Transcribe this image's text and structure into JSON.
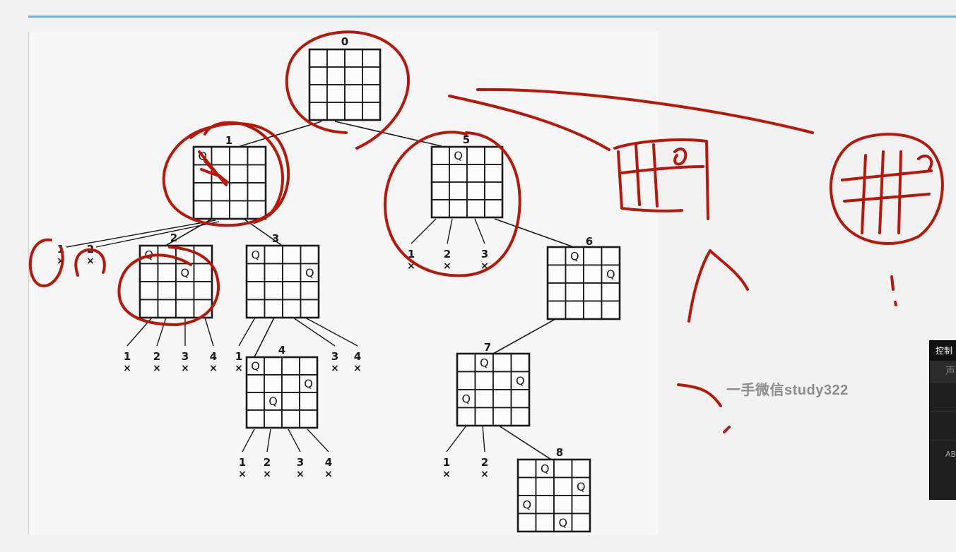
{
  "diagram": {
    "nodes": [
      {
        "id": "0",
        "queens": []
      },
      {
        "id": "1",
        "queens": [
          [
            0,
            0
          ]
        ]
      },
      {
        "id": "2",
        "queens": [
          [
            0,
            0
          ],
          [
            1,
            2
          ]
        ]
      },
      {
        "id": "3",
        "queens": [
          [
            0,
            0
          ],
          [
            1,
            3
          ]
        ]
      },
      {
        "id": "4",
        "queens": [
          [
            0,
            0
          ],
          [
            1,
            3
          ],
          [
            2,
            1
          ]
        ]
      },
      {
        "id": "5",
        "queens": [
          [
            0,
            1
          ]
        ]
      },
      {
        "id": "6",
        "queens": [
          [
            0,
            1
          ],
          [
            1,
            3
          ]
        ]
      },
      {
        "id": "7",
        "queens": [
          [
            0,
            1
          ],
          [
            1,
            3
          ],
          [
            2,
            0
          ]
        ]
      },
      {
        "id": "8",
        "queens": [
          [
            0,
            1
          ],
          [
            1,
            3
          ],
          [
            2,
            0
          ],
          [
            3,
            2
          ]
        ]
      }
    ],
    "queen_label": "Q",
    "fail_mark": "×",
    "fail_groups": [
      {
        "parent": "1",
        "labels": [
          "1",
          "2"
        ]
      },
      {
        "parent": "2",
        "labels": [
          "1",
          "2",
          "3",
          "4"
        ]
      },
      {
        "parent": "3",
        "labels": [
          "1",
          "3",
          "4"
        ]
      },
      {
        "parent": "4",
        "labels": [
          "1",
          "2",
          "3",
          "4"
        ]
      },
      {
        "parent": "5",
        "labels": [
          "1",
          "2",
          "3"
        ]
      },
      {
        "parent": "7",
        "labels": [
          "1",
          "2"
        ]
      }
    ],
    "edges": [
      [
        "0",
        "1"
      ],
      [
        "0",
        "5"
      ],
      [
        "1",
        "2"
      ],
      [
        "1",
        "3"
      ],
      [
        "3",
        "4"
      ],
      [
        "5",
        "6"
      ],
      [
        "6",
        "7"
      ],
      [
        "7",
        "8"
      ]
    ]
  },
  "watermark": "一手微信study322",
  "panel": {
    "title": "控制",
    "first": "声",
    "items": [
      "",
      "",
      "AB"
    ]
  },
  "colors": {
    "ink": "#1a1a1a",
    "annotation": "#b8180c",
    "accent_rule": "#6fb3d6"
  }
}
